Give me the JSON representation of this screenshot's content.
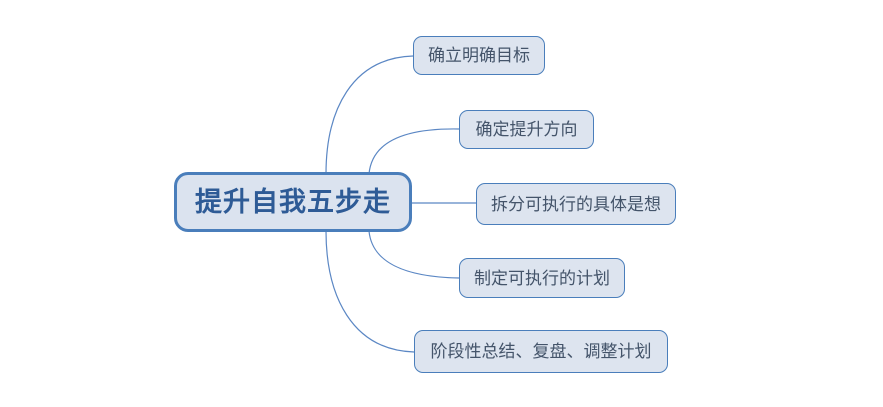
{
  "diagram": {
    "type": "mindmap",
    "orientation": "left-to-right",
    "background_color": "#ffffff",
    "root": {
      "label": "提升自我五步走",
      "text_color": "#2e5b96",
      "fill_color": "#dbe3ef",
      "border_color": "#4a7ebb"
    },
    "branch_style": {
      "text_color": "#44546a",
      "fill_color": "#dde4ef",
      "border_color": "#4a7ebb",
      "connector_color": "#5b87c4"
    },
    "branches": [
      {
        "index": 1,
        "label": "确立明确目标"
      },
      {
        "index": 2,
        "label": "确定提升方向"
      },
      {
        "index": 3,
        "label": "拆分可执行的具体是想"
      },
      {
        "index": 4,
        "label": "制定可执行的计划"
      },
      {
        "index": 5,
        "label": "阶段性总结、复盘、调整计划"
      }
    ]
  }
}
